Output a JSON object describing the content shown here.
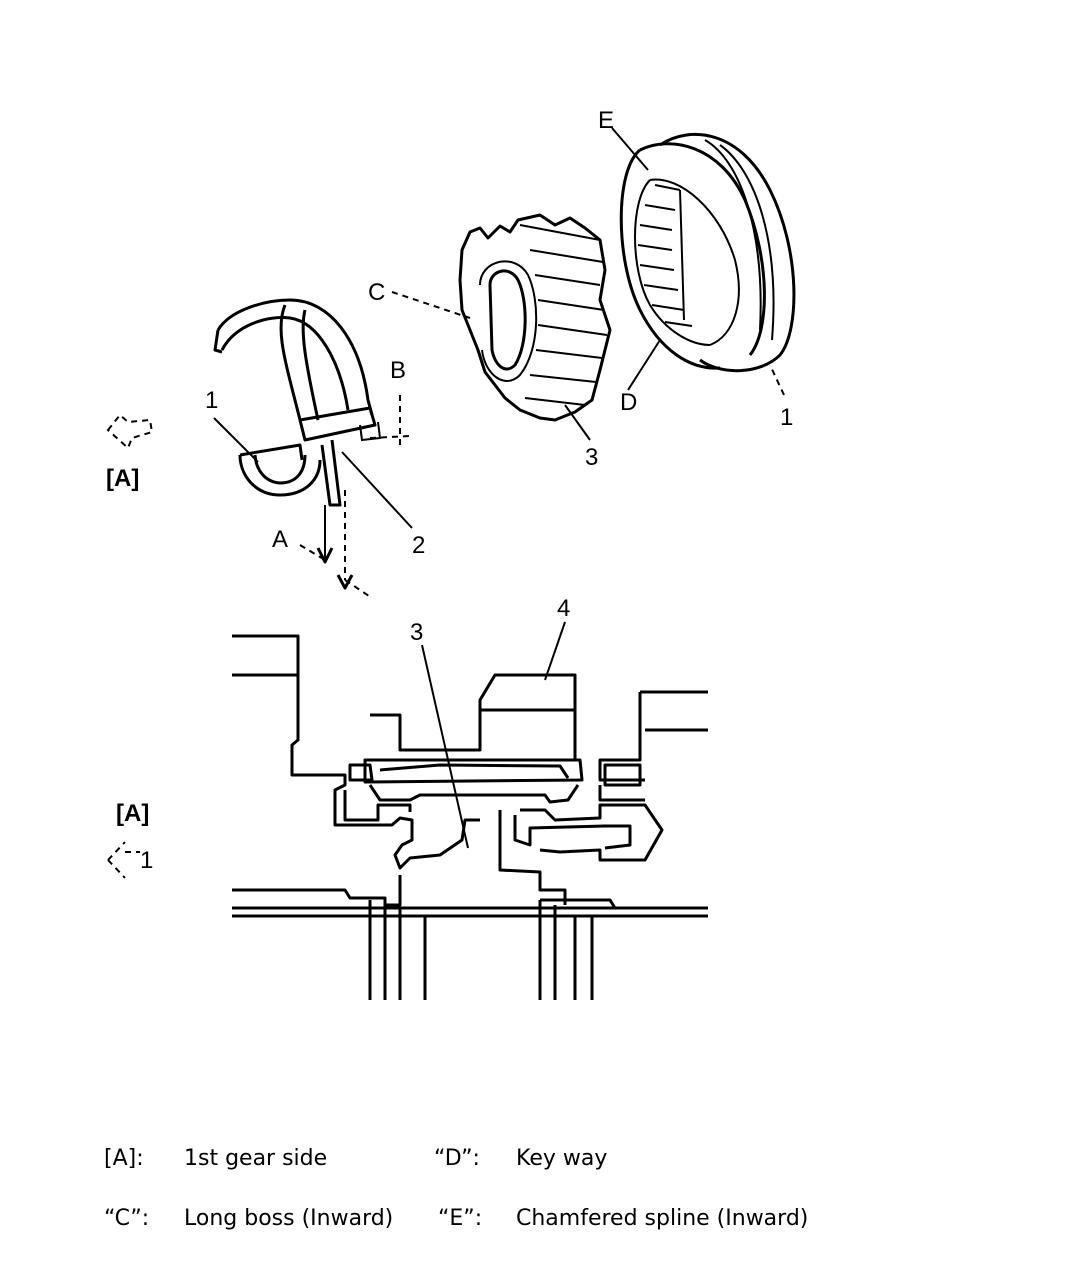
{
  "callouts": {
    "e": "E",
    "c": "C",
    "b": "B",
    "d": "D",
    "one_right": "1",
    "three_top": "3",
    "one_left": "1",
    "two": "2",
    "a": "A",
    "view_a_top": "[A]",
    "view_a_bottom": "[A]",
    "three_section": "3",
    "four_section": "4",
    "arrow_one": "1"
  },
  "legend": {
    "items": [
      {
        "key": "[A]:",
        "text": "1st gear side"
      },
      {
        "key": "“D”:",
        "text": "Key way"
      },
      {
        "key": "“C”:",
        "text": "Long boss (Inward)"
      },
      {
        "key": "“E”:",
        "text": "Chamfered spline (Inward)"
      }
    ]
  }
}
